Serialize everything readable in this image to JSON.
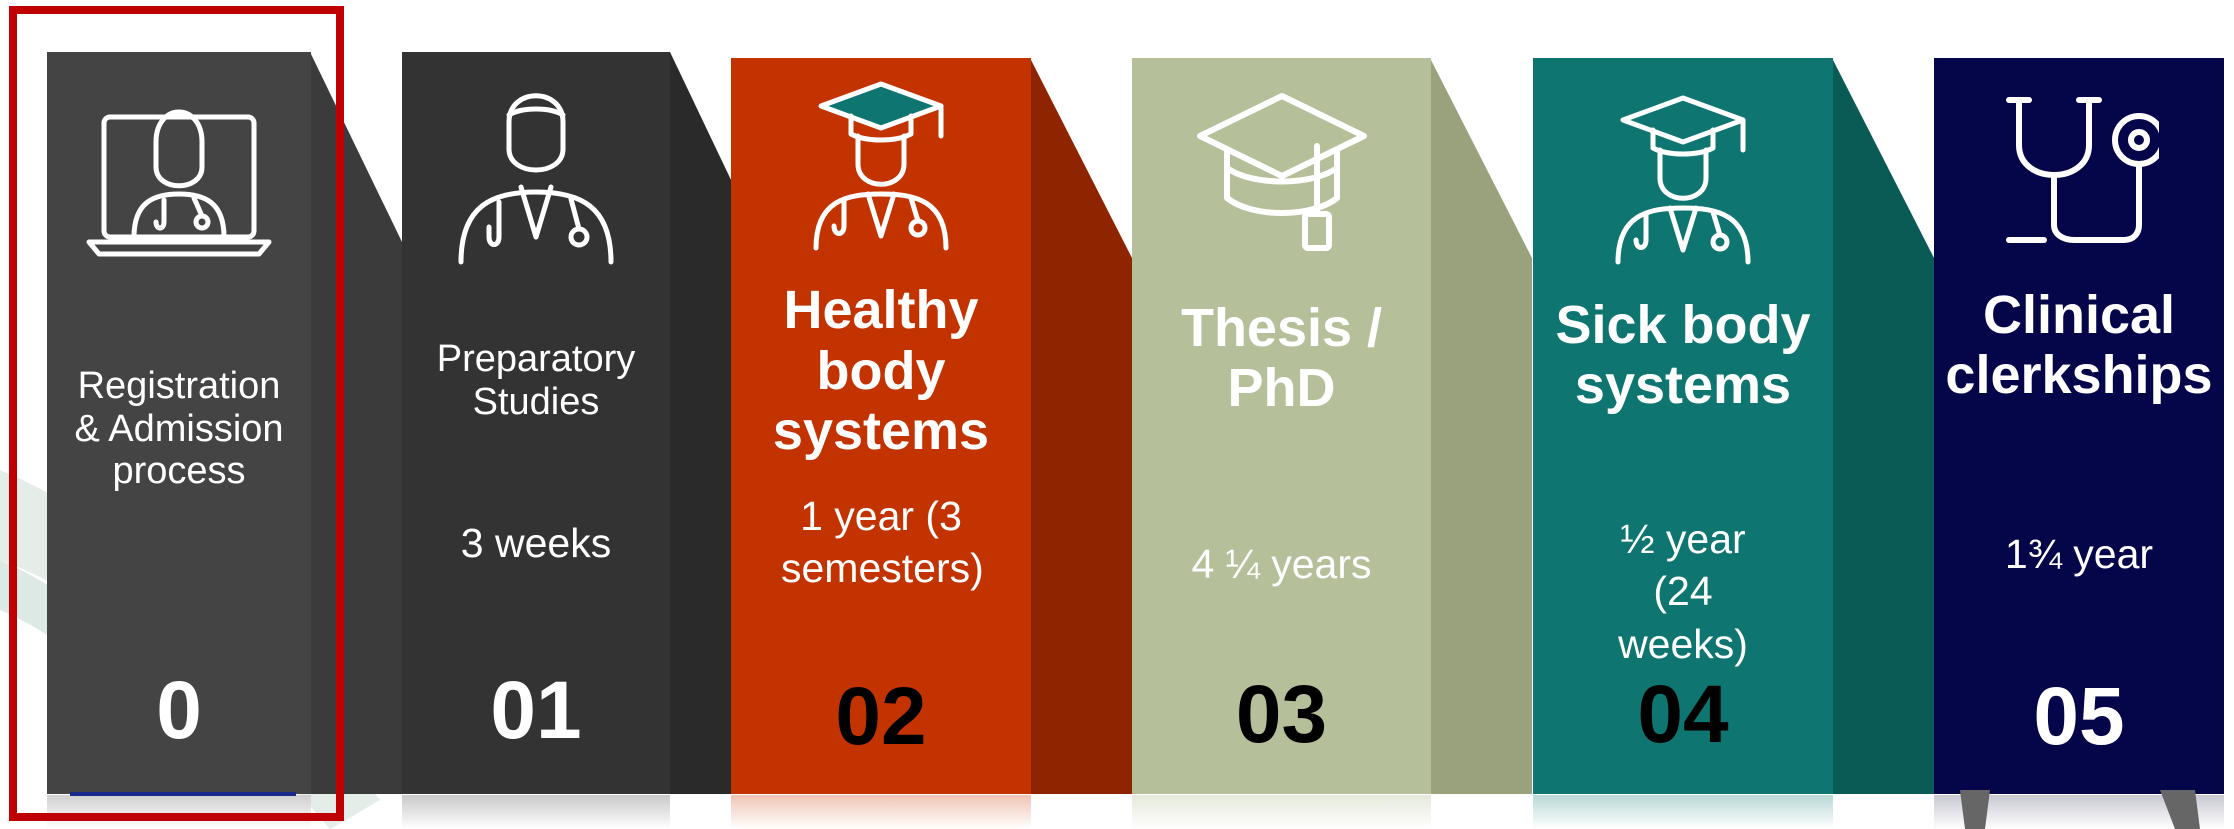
{
  "steps": [
    {
      "number": "0",
      "title": "Registration & Admission process",
      "duration": "",
      "icon": "doctor-laptop-icon",
      "color": "#444444",
      "text_color": "#ffffff",
      "number_color": "#ffffff"
    },
    {
      "number": "01",
      "title": "Preparatory Studies",
      "duration": "3 weeks",
      "icon": "doctor-icon",
      "color": "#333333",
      "text_color": "#ffffff",
      "number_color": "#ffffff"
    },
    {
      "number": "02",
      "title": "Healthy body systems",
      "duration": "1 year (3 semesters)",
      "icon": "graduate-doctor-icon",
      "color": "#c33300",
      "text_color": "#ffffff",
      "number_color": "#000000"
    },
    {
      "number": "03",
      "title": "Thesis / PhD",
      "duration": "4 ¼ years",
      "icon": "graduation-cap-icon",
      "color": "#b5bf9a",
      "text_color": "#ffffff",
      "number_color": "#000000"
    },
    {
      "number": "04",
      "title": "Sick body systems",
      "duration": "½ year (24 weeks)",
      "icon": "graduate-doctor-icon",
      "color": "#0e7571",
      "text_color": "#ffffff",
      "number_color": "#000000"
    },
    {
      "number": "05",
      "title": "Clinical clerkships",
      "duration": "1¾ year",
      "icon": "stethoscope-icon",
      "color": "#05054a",
      "text_color": "#ffffff",
      "number_color": "#ffffff"
    }
  ]
}
